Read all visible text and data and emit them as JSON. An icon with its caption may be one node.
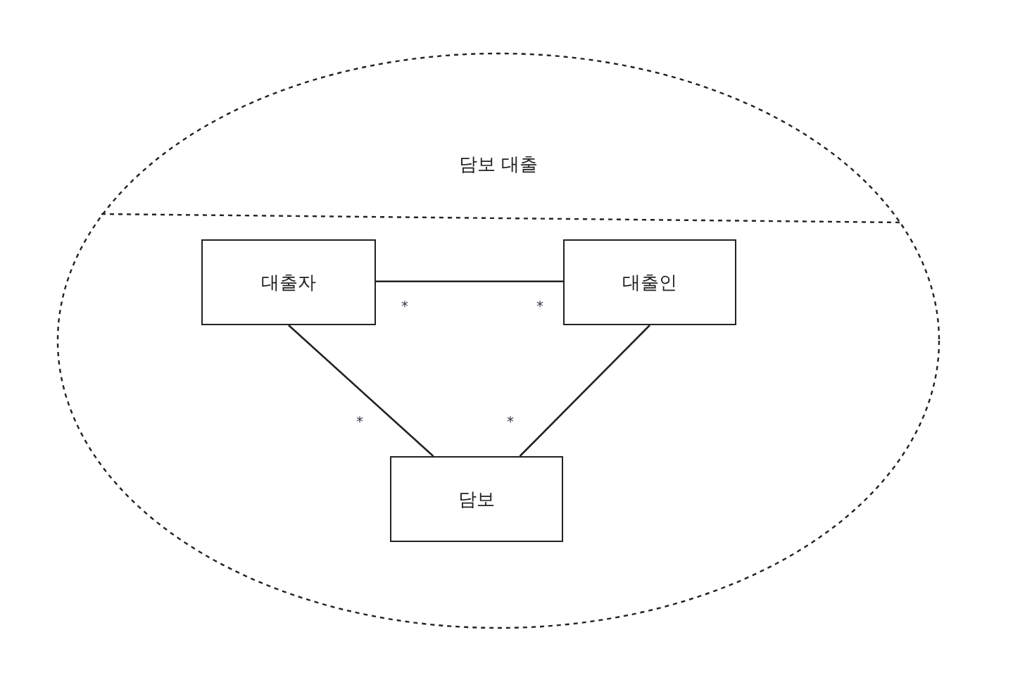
{
  "diagram": {
    "nodes": [
      {
        "text": [
          "담보 대출"
        ]
      },
      {
        "text": [
          "대출자"
        ],
        "in": 0
      },
      {
        "text": [
          "대출인"
        ],
        "in": 0
      },
      {
        "text": [
          "담보"
        ],
        "in": 0
      }
    ],
    "edges": [
      {
        "from": 1,
        "to": 2,
        "arrow": "none"
      },
      {
        "from": 1,
        "to": 3,
        "arrow": "none"
      },
      {
        "from": 2,
        "to": 3,
        "arrow": "none"
      }
    ],
    "labels": [
      "*",
      "*",
      "*",
      "*"
    ]
  }
}
